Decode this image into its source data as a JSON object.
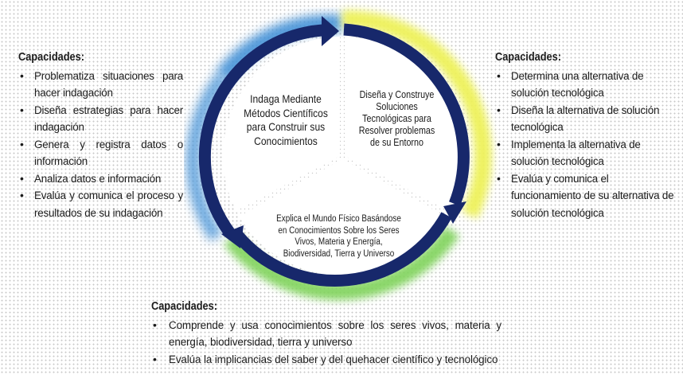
{
  "diagram": {
    "segments": [
      {
        "text": "Indaga Mediante Métodos Científicos para Construir sus Conocimientos",
        "glow": "#3f8fd6"
      },
      {
        "text": "Diseña y Construye Soluciones Tecnológicas para Resolver problemas de su Entorno",
        "glow": "#eef25a"
      },
      {
        "text": "Explica el Mundo Físico Basándose en Conocimientos Sobre los Seres Vivos, Materia y Energía, Biodiversidad, Tierra y Universo",
        "glow": "#7fd35a"
      }
    ],
    "arrow_color": "#17286b"
  },
  "capacidades_left": {
    "title": "Capacidades:",
    "items": [
      "Problematiza situaciones para hacer indagación",
      "Diseña estrategias para hacer indagación",
      "Genera y registra datos o información",
      "Analiza datos e información",
      "Evalúa y comunica el proceso y resultados de su indagación"
    ]
  },
  "capacidades_right": {
    "title": "Capacidades:",
    "items": [
      "Determina una alternativa de solución tecnológica",
      "Diseña la alternativa de solución tecnológica",
      "Implementa la alternativa de solución tecnológica",
      "Evalúa y comunica el funcionamiento de su alternativa de solución tecnológica"
    ]
  },
  "capacidades_bottom": {
    "title": "Capacidades:",
    "items": [
      "Comprende y usa conocimientos sobre los seres vivos, materia y energía, biodiversidad, tierra y universo",
      "Evalúa la implicancias del saber y del quehacer científico y tecnológico"
    ]
  }
}
